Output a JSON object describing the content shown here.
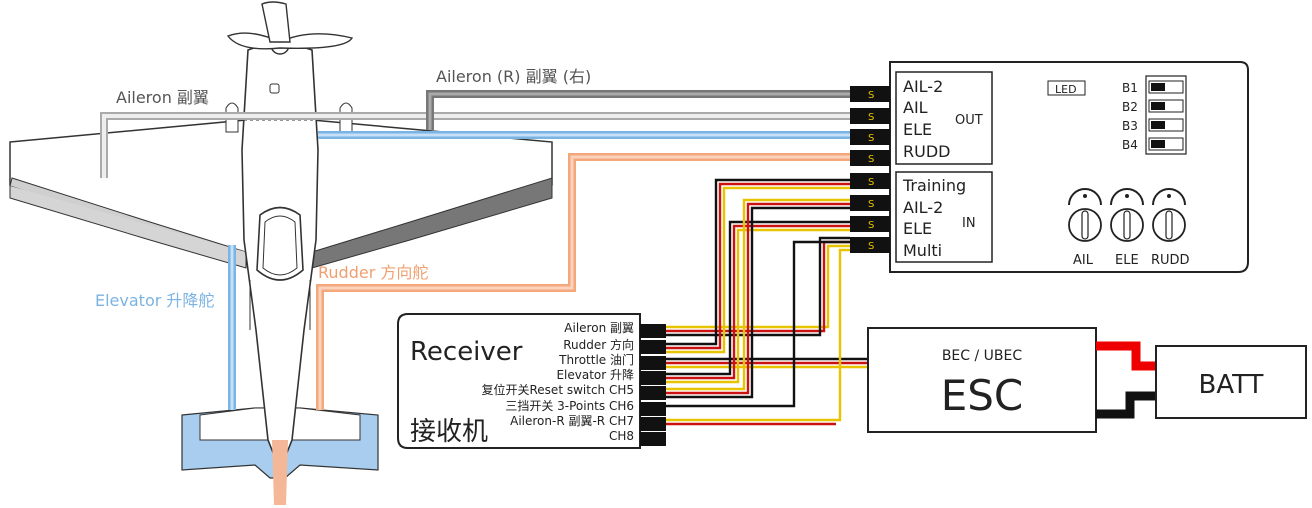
{
  "wire_labels": {
    "aileron_left": "Aileron 副翼",
    "aileron_right": "Aileron (R) 副翼 (右)",
    "elevator": "Elevator 升降舵",
    "rudder": "Rudder 方向舵"
  },
  "gyro": {
    "out_pins": [
      "AIL-2",
      "AIL",
      "ELE",
      "RUDD"
    ],
    "out_label": "OUT",
    "in_pins": [
      "Training",
      "AIL-2",
      "ELE",
      "Multi"
    ],
    "in_label": "IN",
    "signal_mark": "S",
    "led_label": "LED",
    "dip_switches": [
      "B1",
      "B2",
      "B3",
      "B4"
    ],
    "knobs": [
      "AIL",
      "ELE",
      "RUDD"
    ]
  },
  "receiver": {
    "title": "Receiver",
    "title_cn": "接收机",
    "channels": [
      "Aileron 副翼",
      "Rudder 方向",
      "Throttle 油门",
      "Elevator 升降",
      "复位开关Reset switch CH5",
      "三挡开关 3-Points CH6",
      "Aileron-R 副翼-R CH7",
      "CH8"
    ]
  },
  "esc": {
    "subtitle": "BEC / UBEC",
    "title": "ESC"
  },
  "battery": {
    "label": "BATT"
  },
  "colors": {
    "aileron_wire": "#888888",
    "aileron_r_wire": "#7a7a7a",
    "elevator_wire": "#7bb3e3",
    "rudder_wire": "#f4a77a",
    "servo_black": "#111111",
    "servo_red": "#cc1111",
    "servo_yellow": "#e8c400",
    "batt_red": "#ee0000",
    "connector": "#111111"
  }
}
